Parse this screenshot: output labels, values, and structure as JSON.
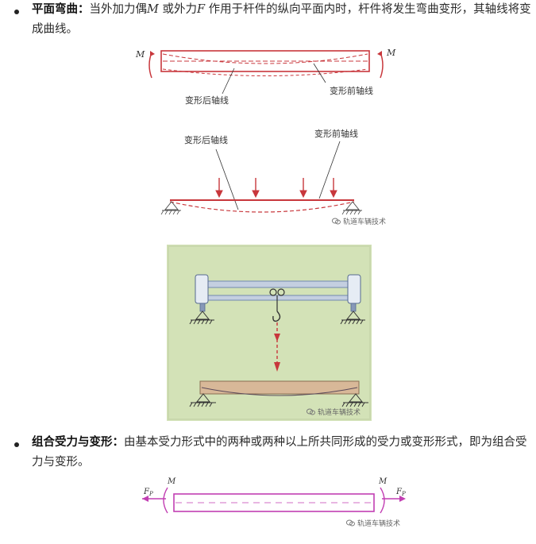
{
  "section1": {
    "title": "平面弯曲",
    "colon": "：",
    "text_a": "当外加力偶",
    "sym_m": "M",
    "text_b": " 或外力",
    "sym_f": "F",
    "text_c": " 作用于杆件的纵向平面内时，杆件将发生弯曲变形，其轴线将变成曲线。"
  },
  "figure1": {
    "label_m_left": "M",
    "label_m_right": "M",
    "label_after": "变形后轴线",
    "label_before": "变形前轴线"
  },
  "figure2": {
    "label_after": "变形后轴线",
    "label_before": "变形前轴线",
    "watermark": "轨道车辆技术"
  },
  "figure3": {
    "watermark": "轨道车辆技术"
  },
  "section2": {
    "title": "组合受力与变形",
    "colon": "：",
    "text": "由基本受力形式中的两种或两种以上所共同形成的受力或变形形式，即为组合受力与变形。"
  },
  "figure4": {
    "label_m_left": "M",
    "label_m_right": "M",
    "label_fp_left": "F",
    "label_fp_right": "F",
    "sub_p": "P",
    "watermark": "轨道车辆技术"
  },
  "colors": {
    "beam_red": "#c8373c",
    "beam_magenta": "#c23fb3",
    "photo_bg": "#d3e2b7",
    "frame_blue": "#7289b1"
  }
}
